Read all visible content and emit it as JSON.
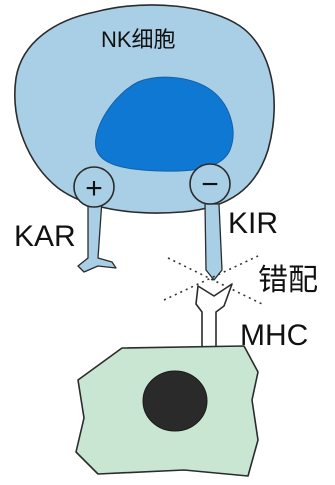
{
  "nk_cell": {
    "label": "NK细胞",
    "body_color": "#a8cfe6",
    "nucleus_color": "#0f78d2"
  },
  "receptors": {
    "activating": {
      "label": "KAR",
      "sign": "+"
    },
    "inhibitory": {
      "label": "KIR",
      "sign": "−"
    }
  },
  "mismatch": {
    "label": "错配"
  },
  "mhc": {
    "label": "MHC"
  },
  "target_cell": {
    "body_color": "#c8e6d2",
    "nucleus_color": "#2a2a2a"
  },
  "outline_color": "#2b2b2b"
}
